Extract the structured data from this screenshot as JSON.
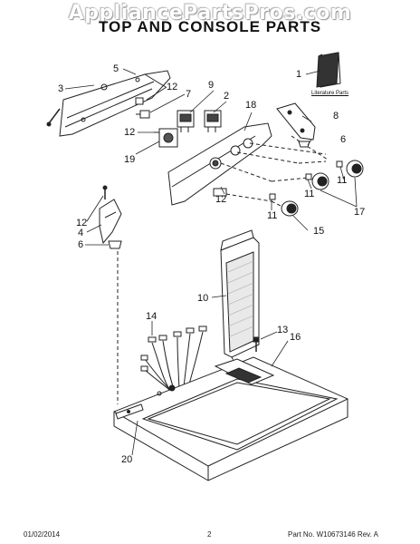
{
  "header": {
    "watermark": "AppliancePartsPros.com",
    "title": "TOP AND CONSOLE PARTS"
  },
  "literature": {
    "label": "Literature Parts"
  },
  "callouts": [
    {
      "id": "c1",
      "text": "1"
    },
    {
      "id": "c2",
      "text": "2"
    },
    {
      "id": "c3",
      "text": "3"
    },
    {
      "id": "c4",
      "text": "4"
    },
    {
      "id": "c5",
      "text": "5"
    },
    {
      "id": "c6a",
      "text": "6"
    },
    {
      "id": "c6b",
      "text": "6"
    },
    {
      "id": "c7",
      "text": "7"
    },
    {
      "id": "c8",
      "text": "8"
    },
    {
      "id": "c9",
      "text": "9"
    },
    {
      "id": "c10",
      "text": "10"
    },
    {
      "id": "c11a",
      "text": "11"
    },
    {
      "id": "c11b",
      "text": "11"
    },
    {
      "id": "c11c",
      "text": "11"
    },
    {
      "id": "c12a",
      "text": "12"
    },
    {
      "id": "c12b",
      "text": "12"
    },
    {
      "id": "c12c",
      "text": "12"
    },
    {
      "id": "c12d",
      "text": "12"
    },
    {
      "id": "c13",
      "text": "13"
    },
    {
      "id": "c14",
      "text": "14"
    },
    {
      "id": "c15",
      "text": "15"
    },
    {
      "id": "c16",
      "text": "16"
    },
    {
      "id": "c17",
      "text": "17"
    },
    {
      "id": "c18",
      "text": "18"
    },
    {
      "id": "c19",
      "text": "19"
    },
    {
      "id": "c20",
      "text": "20"
    }
  ],
  "footer": {
    "date": "01/02/2014",
    "page": "2",
    "part_no": "Part No. W10673146  Rev. A"
  }
}
